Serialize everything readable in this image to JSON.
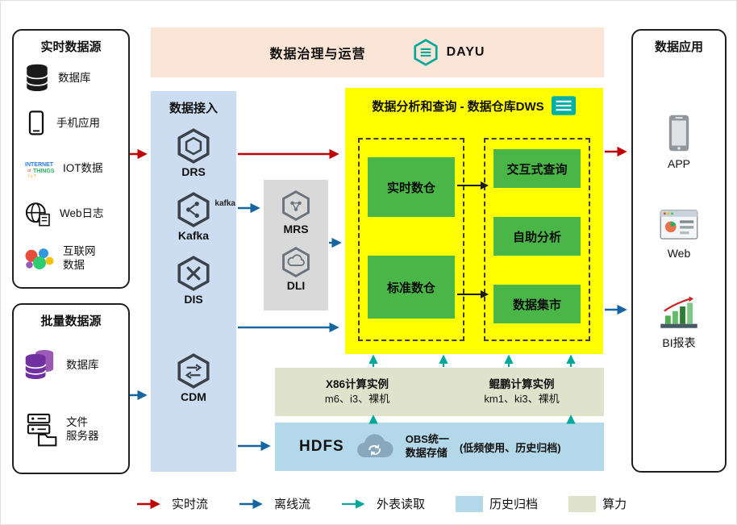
{
  "colors": {
    "realtime_flow": "#c00000",
    "offline_flow": "#1565a0",
    "external_read": "#00a89c",
    "archive_bg": "#b3d8e9",
    "compute_bg": "#dfe3cc",
    "dws_bg": "#ffff00",
    "green_box": "#4bb648",
    "ingest_bg": "#cdddf1",
    "banner_bg": "#fbe5d6"
  },
  "banner": {
    "title": "数据治理与运营",
    "logo_text": "DAYU"
  },
  "realtime_sources": {
    "title": "实时数据源",
    "items": [
      {
        "label": "数据库"
      },
      {
        "label": "手机应用"
      },
      {
        "label": "IOT数据"
      },
      {
        "label": "Web日志"
      },
      {
        "label": "互联网\n数据"
      }
    ]
  },
  "batch_sources": {
    "title": "批量数据源",
    "items": [
      {
        "label": "数据库"
      },
      {
        "label": "文件\n服务器"
      }
    ]
  },
  "ingestion": {
    "title": "数据接入",
    "kafka_badge": "kafka",
    "items": [
      {
        "label": "DRS"
      },
      {
        "label": "Kafka"
      },
      {
        "label": "DIS"
      },
      {
        "label": "CDM"
      }
    ]
  },
  "middleware": {
    "items": [
      {
        "label": "MRS"
      },
      {
        "label": "DLI"
      }
    ]
  },
  "dws": {
    "title": "数据分析和查询 - 数据仓库DWS",
    "warehouses": [
      {
        "label": "实时数仓"
      },
      {
        "label": "标准数仓"
      }
    ],
    "services": [
      {
        "label": "交互式查询"
      },
      {
        "label": "自助分析"
      },
      {
        "label": "数据集市"
      }
    ]
  },
  "compute": {
    "x86": {
      "title": "X86计算实例",
      "subtitle": "m6、i3、裸机"
    },
    "kunpeng": {
      "title": "鲲鹏计算实例",
      "subtitle": "km1、ki3、裸机"
    }
  },
  "storage": {
    "hdfs_label": "HDFS",
    "obs_label": "OBS统一\n数据存储",
    "obs_note": "(低频使用、历史归档)"
  },
  "applications": {
    "title": "数据应用",
    "items": [
      {
        "label": "APP"
      },
      {
        "label": "Web"
      },
      {
        "label": "BI报表"
      }
    ]
  },
  "legend": {
    "realtime": "实时流",
    "offline": "离线流",
    "external": "外表读取",
    "archive": "历史归档",
    "compute": "算力"
  }
}
